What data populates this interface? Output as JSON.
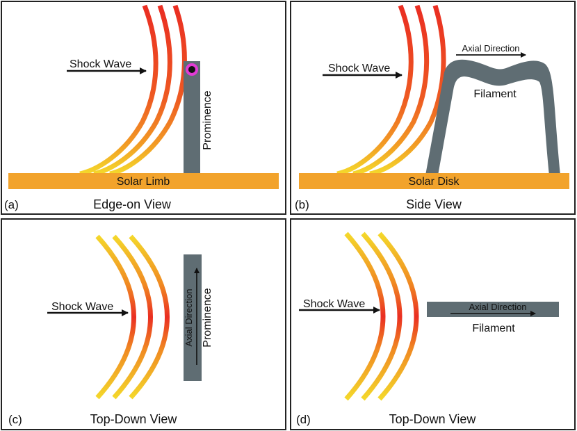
{
  "colors": {
    "slab": "#f2a32c",
    "structure": "#5f6d73",
    "shock_red": "#ea2e22",
    "shock_orange": "#f07f21",
    "shock_yellow": "#f4d92b",
    "marker_ring": "#e33bd6",
    "frame": "#222222"
  },
  "panel_a": {
    "tag": "(a)",
    "title": "Edge-on View",
    "shock_label": "Shock Wave",
    "ground_label": "Solar Limb",
    "structure_label": "Prominence",
    "marker": "out-of-page-field-icon"
  },
  "panel_b": {
    "tag": "(b)",
    "title": "Side View",
    "shock_label": "Shock Wave",
    "ground_label": "Solar Disk",
    "structure_label": "Filament",
    "axial_label": "Axial Direction"
  },
  "panel_c": {
    "tag": "(c)",
    "title": "Top-Down View",
    "shock_label": "Shock Wave",
    "structure_label": "Prominence",
    "axial_label": "Axial Direction"
  },
  "panel_d": {
    "tag": "(d)",
    "title": "Top-Down View",
    "shock_label": "Shock Wave",
    "structure_label": "Filament",
    "axial_label": "Axial Direction"
  }
}
